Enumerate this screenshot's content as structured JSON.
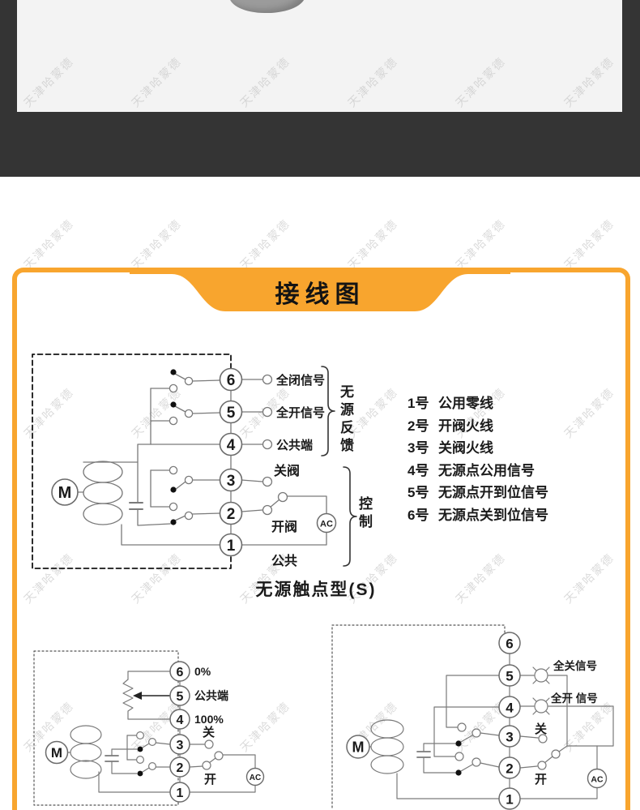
{
  "colors": {
    "accent": "#F8A52E",
    "dark_band": "#343434",
    "photo_panel": "#f3f3f3",
    "wire": "#7a7a7a"
  },
  "watermark": {
    "text": "天津哈蒙德"
  },
  "banner": {
    "title": "接线图"
  },
  "terminal_list": {
    "items": [
      {
        "num": "1号",
        "desc": "公用零线"
      },
      {
        "num": "2号",
        "desc": "开阀火线"
      },
      {
        "num": "3号",
        "desc": "关阀火线"
      },
      {
        "num": "4号",
        "desc": "无源点公用信号"
      },
      {
        "num": "5号",
        "desc": "无源点开到位信号"
      },
      {
        "num": "6号",
        "desc": "无源点关到位信号"
      }
    ]
  },
  "diagram_main": {
    "terminals": [
      "6",
      "5",
      "4",
      "3",
      "2",
      "1"
    ],
    "motor": "M",
    "ac": "AC",
    "labels": {
      "full_close": "全闭信号",
      "full_open": "全开信号",
      "common_end": "公共端",
      "close_valve": "关阀",
      "open_valve": "开阀",
      "common": "公共",
      "feedback_group": "无源反馈",
      "control_group": "控制"
    },
    "caption": "无源触点型(S)"
  },
  "diagram_potentiometer": {
    "terminals": [
      "6",
      "5",
      "4",
      "3",
      "2",
      "1"
    ],
    "motor": "M",
    "ac": "AC",
    "labels": {
      "p0": "0%",
      "common_end": "公共端",
      "p100": "100%",
      "close": "关",
      "open": "开"
    }
  },
  "diagram_lamp": {
    "terminals": [
      "6",
      "5",
      "4",
      "3",
      "2",
      "1"
    ],
    "motor": "M",
    "ac": "AC",
    "labels": {
      "full_close_signal": "全关信号",
      "full_open_signal": "全开 信号",
      "close": "关",
      "open": "开"
    }
  }
}
